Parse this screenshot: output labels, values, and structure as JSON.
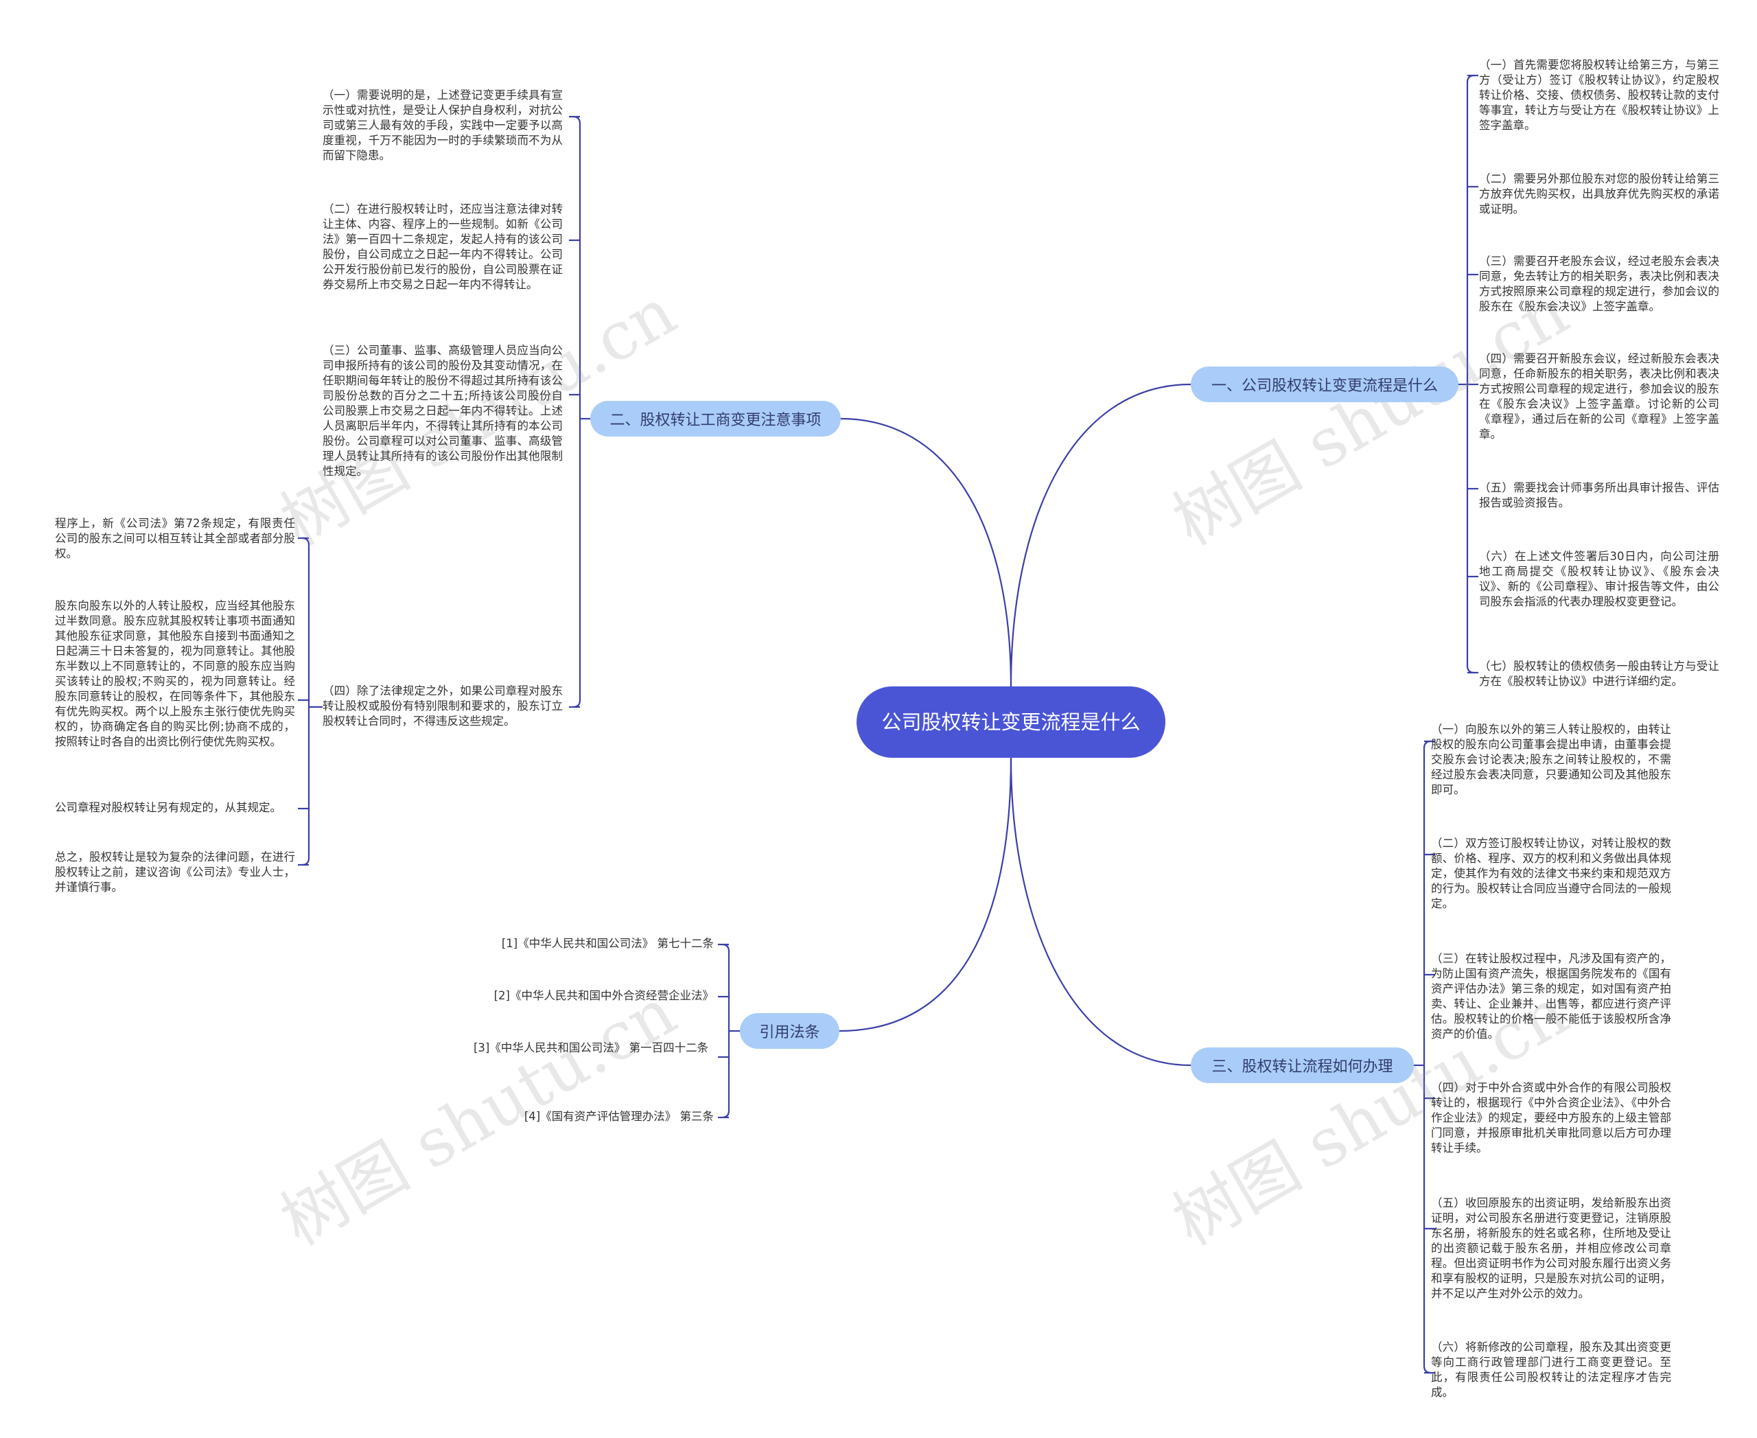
{
  "root": {
    "title": "公司股权转让变更流程是什么"
  },
  "branches": {
    "b1": {
      "label": "一、公司股权转让变更流程是什么",
      "items": [
        "（一）首先需要您将股权转让给第三方，与第三方（受让方）签订《股权转让协议》，约定股权转让价格、交接、债权债务、股权转让款的支付等事宜，转让方与受让方在《股权转让协议》上签字盖章。",
        "（二）需要另外那位股东对您的股份转让给第三方放弃优先购买权，出具放弃优先购买权的承诺或证明。",
        "（三）需要召开老股东会议，经过老股东会表决同意，免去转让方的相关职务，表决比例和表决方式按照原来公司章程的规定进行，参加会议的股东在《股东会决议》上签字盖章。",
        "（四）需要召开新股东会议，经过新股东会表决同意，任命新股东的相关职务，表决比例和表决方式按照公司章程的规定进行，参加会议的股东在《股东会决议》上签字盖章。讨论新的公司《章程》，通过后在新的公司《章程》上签字盖章。",
        "（五）需要找会计师事务所出具审计报告、评估报告或验资报告。",
        "（六）在上述文件签署后30日内，向公司注册地工商局提交《股权转让协议》、《股东会决议》、新的《公司章程》、审计报告等文件，由公司股东会指派的代表办理股权变更登记。",
        "（七）股权转让的债权债务一般由转让方与受让方在《股权转让协议》中进行详细约定。"
      ]
    },
    "b2": {
      "label": "二、股权转让工商变更注意事项",
      "items": [
        "（一）需要说明的是，上述登记变更手续具有宣示性或对抗性，是受让人保护自身权利，对抗公司或第三人最有效的手段，实践中一定要予以高度重视，千万不能因为一时的手续繁琐而不为从而留下隐患。",
        "（二）在进行股权转让时，还应当注意法律对转让主体、内容、程序上的一些规制。如新《公司法》第一百四十二条规定，发起人持有的该公司股份，自公司成立之日起一年内不得转让。公司公开发行股份前已发行的股份，自公司股票在证券交易所上市交易之日起一年内不得转让。",
        "（三）公司董事、监事、高级管理人员应当向公司申报所持有的该公司的股份及其变动情况，在任职期间每年转让的股份不得超过其所持有该公司股份总数的百分之二十五;所持该公司股份自公司股票上市交易之日起一年内不得转让。上述人员离职后半年内，不得转让其所持有的本公司股份。公司章程可以对公司董事、监事、高级管理人员转让其所持有的该公司股份作出其他限制性规定。",
        "（四）除了法律规定之外，如果公司章程对股东转让股权或股份有特别限制和要求的，股东订立股权转让合同时，不得违反这些规定。"
      ],
      "sub_items": [
        "程序上，新《公司法》第72条规定，有限责任公司的股东之间可以相互转让其全部或者部分股权。",
        "股东向股东以外的人转让股权，应当经其他股东过半数同意。股东应就其股权转让事项书面通知其他股东征求同意，其他股东自接到书面通知之日起满三十日未答复的，视为同意转让。其他股东半数以上不同意转让的，不同意的股东应当购买该转让的股权;不购买的，视为同意转让。经股东同意转让的股权，在同等条件下，其他股东有优先购买权。两个以上股东主张行使优先购买权的，协商确定各自的购买比例;协商不成的，按照转让时各自的出资比例行使优先购买权。",
        "公司章程对股权转让另有规定的，从其规定。",
        "总之，股权转让是较为复杂的法律问题，在进行股权转让之前，建议咨询《公司法》专业人士，并谨慎行事。"
      ]
    },
    "b3": {
      "label": "三、股权转让流程如何办理",
      "items": [
        "（一）向股东以外的第三人转让股权的，由转让股权的股东向公司董事会提出申请，由董事会提交股东会讨论表决;股东之间转让股权的，不需经过股东会表决同意，只要通知公司及其他股东即可。",
        "（二）双方签订股权转让协议，对转让股权的数额、价格、程序、双方的权利和义务做出具体规定，使其作为有效的法律文书来约束和规范双方的行为。股权转让合同应当遵守合同法的一般规定。",
        "（三）在转让股权过程中，凡涉及国有资产的，为防止国有资产流失，根据国务院发布的《国有资产评估办法》第三条的规定，如对国有资产拍卖、转让、企业兼并、出售等，都应进行资产评估。股权转让的价格一般不能低于该股权所含净资产的价值。",
        "（四）对于中外合资或中外合作的有限公司股权转让的，根据现行《中外合资企业法》、《中外合作企业法》的规定，要经中方股东的上级主管部门同意，并报原审批机关审批同意以后方可办理转让手续。",
        "（五）收回原股东的出资证明，发给新股东出资证明，对公司股东名册进行变更登记，注销原股东名册，将新股东的姓名或名称，住所地及受让的出资额记载于股东名册，并相应修改公司章程。但出资证明书作为公司对股东履行出资义务和享有股权的证明，只是股东对抗公司的证明，并不足以产生对外公示的效力。",
        "（六）将新修改的公司章程，股东及其出资变更等向工商行政管理部门进行工商变更登记。至此，有限责任公司股权转让的法定程序才告完成。"
      ]
    },
    "b4": {
      "label": "引用法条",
      "items": [
        "[1]《中华人民共和国公司法》 第七十二条",
        "[2]《中华人民共和国中外合资经营企业法》",
        "[3]《中华人民共和国公司法》 第一百四十二条",
        "[4]《国有资产评估管理办法》 第三条"
      ]
    }
  },
  "watermark": "树图 shutu.cn",
  "colors": {
    "root_fill": "#4a55d6",
    "branch_fill": "#a9cdf8",
    "line": "#3b3fa8",
    "text": "#333333"
  }
}
